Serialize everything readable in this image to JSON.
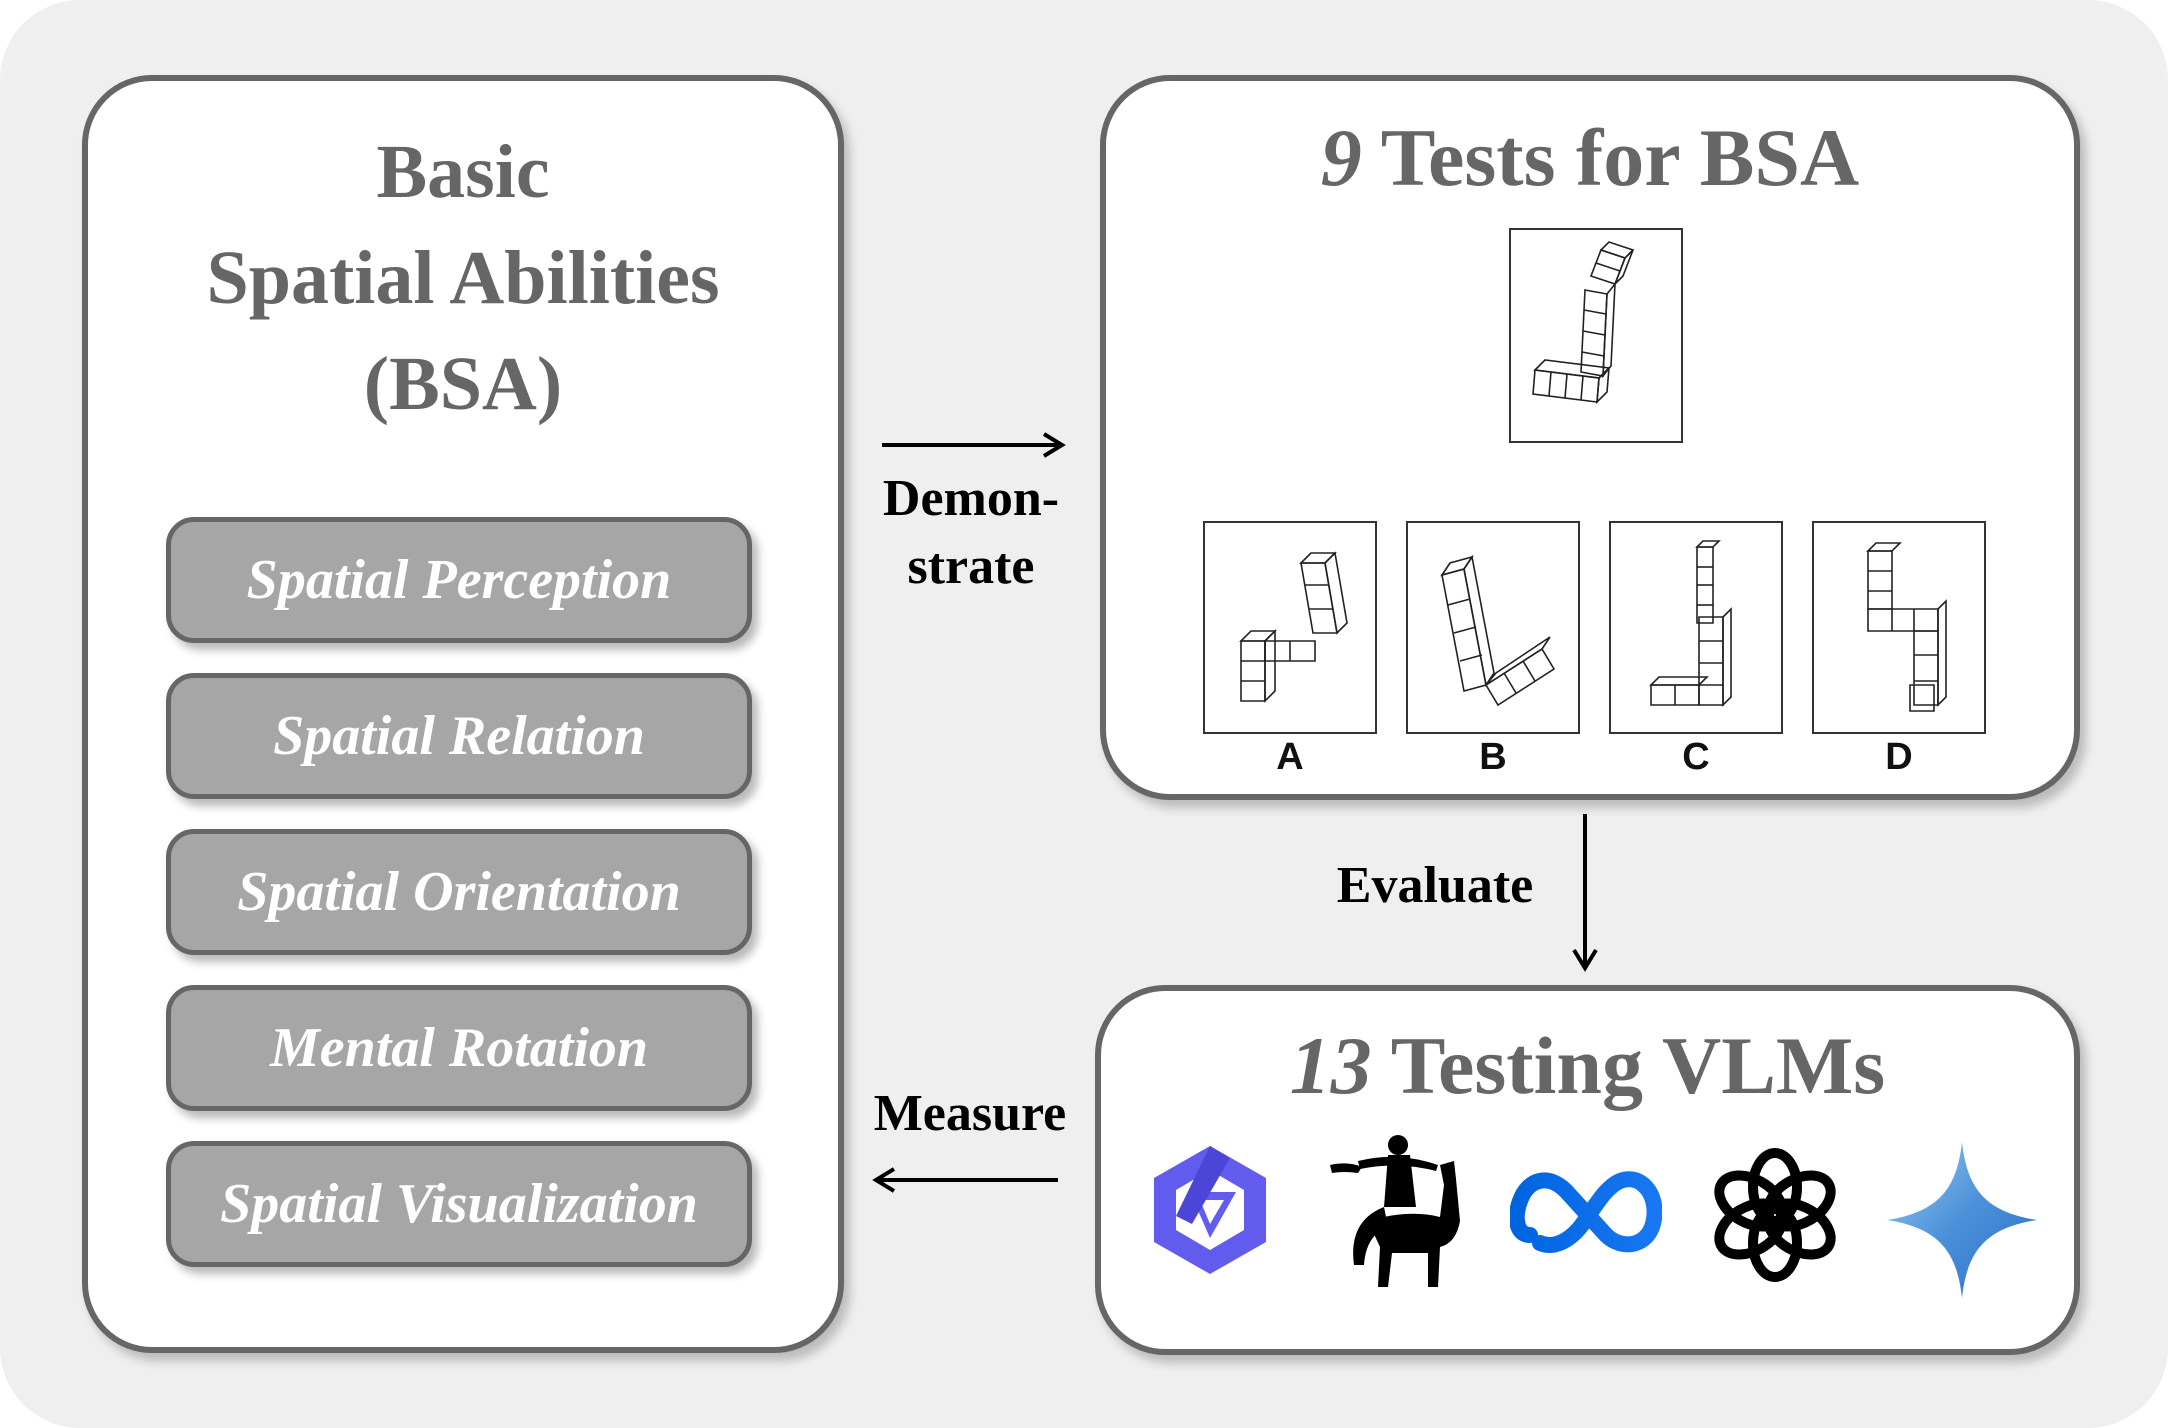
{
  "bsa_panel": {
    "title_lines": [
      "Basic",
      "Spatial Abilities",
      "(BSA)"
    ],
    "abilities": [
      "Spatial Perception",
      "Spatial Relation",
      "Spatial Orientation",
      "Mental Rotation",
      "Spatial Visualization"
    ]
  },
  "tests_panel": {
    "title_number": "9",
    "title_text": " Tests for BSA",
    "options": [
      "A",
      "B",
      "C",
      "D"
    ]
  },
  "vlms_panel": {
    "title_number": "13",
    "title_text": " Testing VLMs",
    "logos": [
      "qwen-logo",
      "llama-rider-logo",
      "meta-logo",
      "openai-logo",
      "gemini-logo"
    ]
  },
  "flow": {
    "demonstrate_lines": [
      "Demon-",
      "strate"
    ],
    "evaluate": "Evaluate",
    "measure": "Measure"
  },
  "colors": {
    "panel_border": "#666666",
    "ability_fill": "#a6a6a6",
    "background": "#efefef",
    "meta_blue": "#1877f2",
    "qwen_purple": "#615ced"
  }
}
